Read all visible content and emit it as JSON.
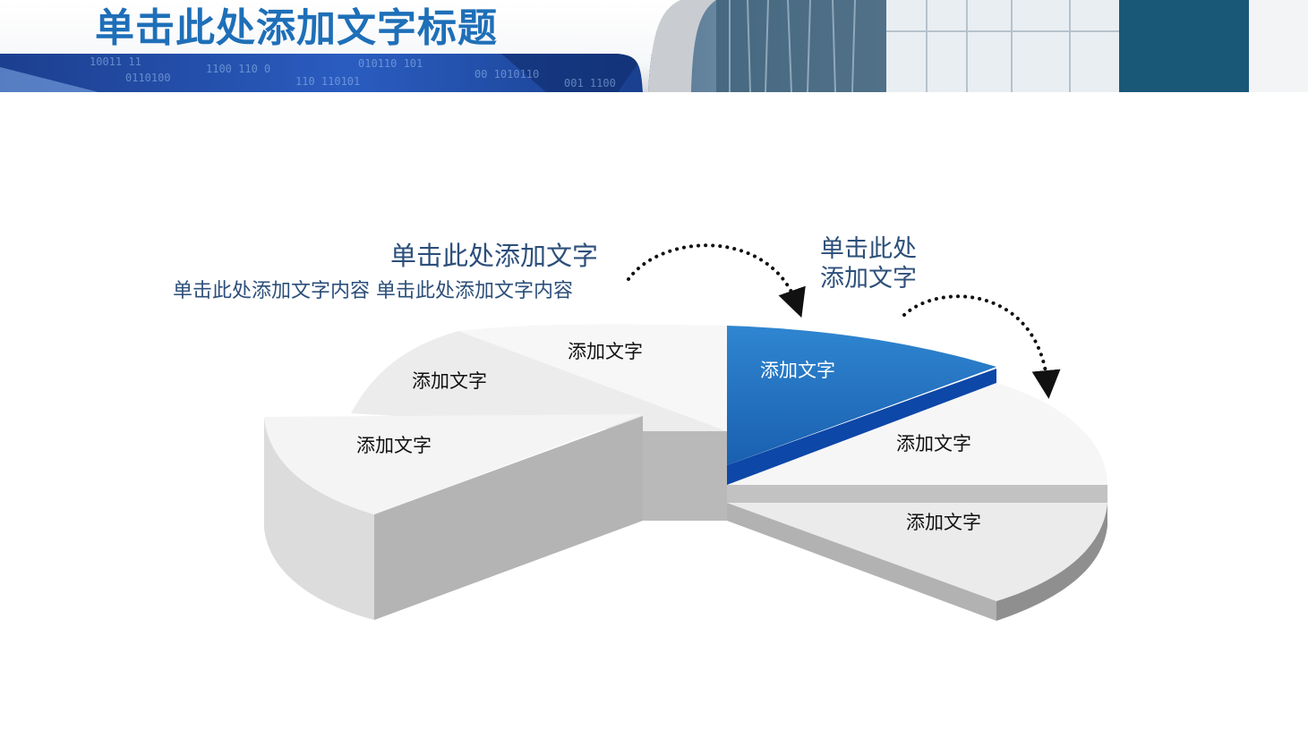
{
  "header": {
    "title": "单击此处添加文字标题",
    "banner_binary_text": [
      "10011 11",
      "0110100",
      "1100 110 0",
      "110 110101",
      "010110 101",
      "00 1010110",
      "001 1100"
    ]
  },
  "callouts": {
    "main_heading": "单击此处添加文字",
    "sub_heading": "单击此处添加文字内容  单击此处添加文字内容",
    "right_heading_line1": "单击此处",
    "right_heading_line2": "添加文字"
  },
  "segments": [
    {
      "label": "添加文字",
      "highlighted": false
    },
    {
      "label": "添加文字",
      "highlighted": false
    },
    {
      "label": "添加文字",
      "highlighted": false
    },
    {
      "label": "添加文字",
      "highlighted": true
    },
    {
      "label": "添加文字",
      "highlighted": false
    },
    {
      "label": "添加文字",
      "highlighted": false
    }
  ],
  "colors": {
    "title": "#1e6fb8",
    "heading": "#2c4f7a",
    "highlight_top": "#2a7ac4",
    "highlight_side": "#0d47a8",
    "segment_light": "#f6f6f6",
    "segment_side": "#b4b4b4"
  },
  "icons": [
    "dotted-curved-arrow-icon",
    "dotted-curved-arrow-icon"
  ]
}
